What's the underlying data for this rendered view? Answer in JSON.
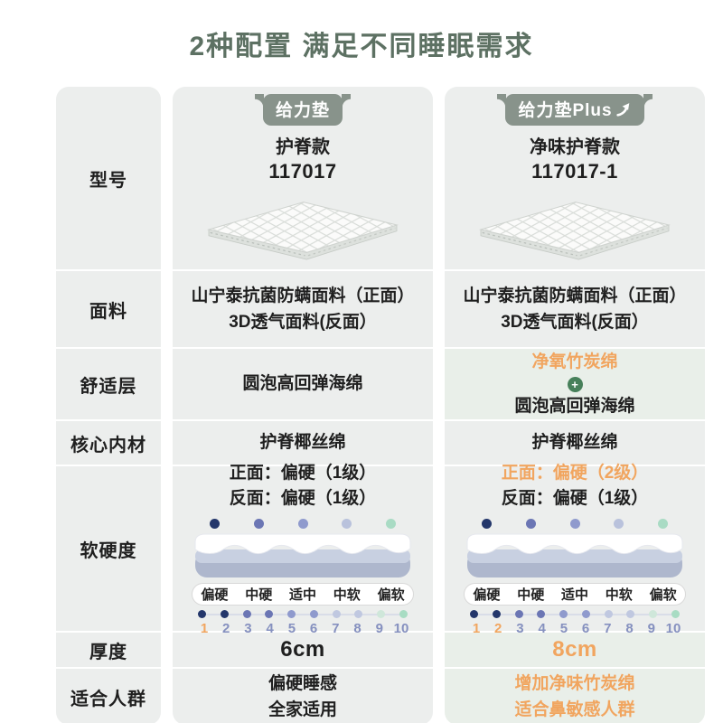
{
  "page": {
    "title": "2种配置 满足不同睡眠需求"
  },
  "theme": {
    "title_color": "#5d7163",
    "badge_bg": "#88938b",
    "cell_bg": "#eceeed",
    "cell_bg_highlight": "#e9efe9",
    "accent_orange": "#f1a55f",
    "plus_green": "#47805a",
    "scale_number_blue": "#8590bf"
  },
  "table": {
    "row_labels": {
      "model": "型号",
      "fabric": "面料",
      "comfort": "舒适层",
      "core": "核心内材",
      "firmness": "软硬度",
      "thickness": "厚度",
      "suitable": "适合人群"
    },
    "firmness_scale": {
      "labels": [
        "偏硬",
        "中硬",
        "适中",
        "中软",
        "偏软"
      ],
      "highlight_label": "偏硬",
      "numbers": [
        1,
        2,
        3,
        4,
        5,
        6,
        7,
        8,
        9,
        10
      ],
      "top_dot_colors": [
        "#24376b",
        "#6b76b4",
        "#8f9acd",
        "#b9c2dc",
        "#a9dbc4"
      ],
      "dot_colors": [
        "#24376b",
        "#24376b",
        "#6b76b4",
        "#6b76b4",
        "#8f9acd",
        "#8f9acd",
        "#c0c8e0",
        "#c0c8e0",
        "#cfe7da",
        "#a8dcc3"
      ]
    },
    "columns": [
      {
        "badge": "给力垫",
        "model_name": "护脊款",
        "model_number": "117017",
        "fabric": [
          "山宁泰抗菌防螨面料（正面）",
          "3D透气面料(反面）"
        ],
        "comfort_main": "圆泡高回弹海绵",
        "core": "护脊椰丝绵",
        "firmness_front": "正面：偏硬（1级）",
        "firmness_back": "反面：偏硬（1级）",
        "highlighted_numbers": [
          1
        ],
        "thickness": "6cm",
        "suitable": [
          "偏硬睡感",
          "全家适用"
        ]
      },
      {
        "badge": "给力垫Plus",
        "model_name": "净味护脊款",
        "model_number": "117017-1",
        "fabric": [
          "山宁泰抗菌防螨面料（正面）",
          "3D透气面料(反面）"
        ],
        "comfort_highlight": "净氧竹炭绵",
        "comfort_plus": "+",
        "comfort_main": "圆泡高回弹海绵",
        "core": "护脊椰丝绵",
        "firmness_front": "正面：偏硬（2级）",
        "firmness_back": "反面：偏硬（1级）",
        "highlighted_numbers": [
          1,
          2
        ],
        "thickness": "8cm",
        "suitable": [
          "增加净味竹炭绵",
          "适合鼻敏感人群"
        ]
      }
    ]
  }
}
